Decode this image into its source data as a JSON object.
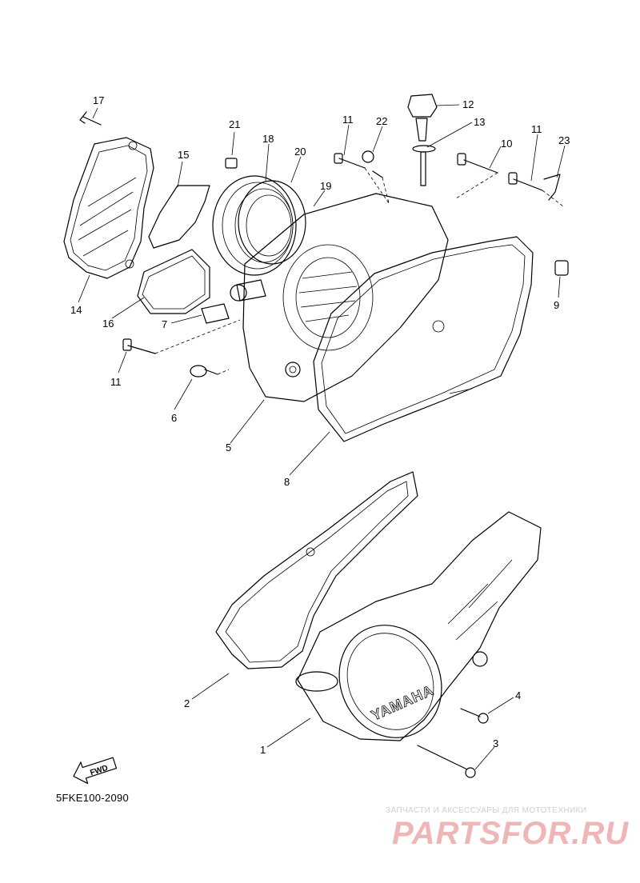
{
  "diagram": {
    "diagram_code": "5FKE100-2090",
    "cover_brand_text": "YAMAHA",
    "direction_arrow_text": "FWD",
    "callouts": [
      "17",
      "15",
      "21",
      "18",
      "20",
      "19",
      "11",
      "22",
      "12",
      "13",
      "10",
      "11",
      "23",
      "14",
      "16",
      "7",
      "11",
      "6",
      "5",
      "8",
      "9",
      "2",
      "1",
      "4",
      "3"
    ]
  },
  "watermark": {
    "tagline": "ЗАПЧАСТИ И АКСЕССУАРЫ ДЛЯ МОТОТЕХНИКИ",
    "logo": "PARTSFOR.RU",
    "color": "#e8a8a8"
  }
}
